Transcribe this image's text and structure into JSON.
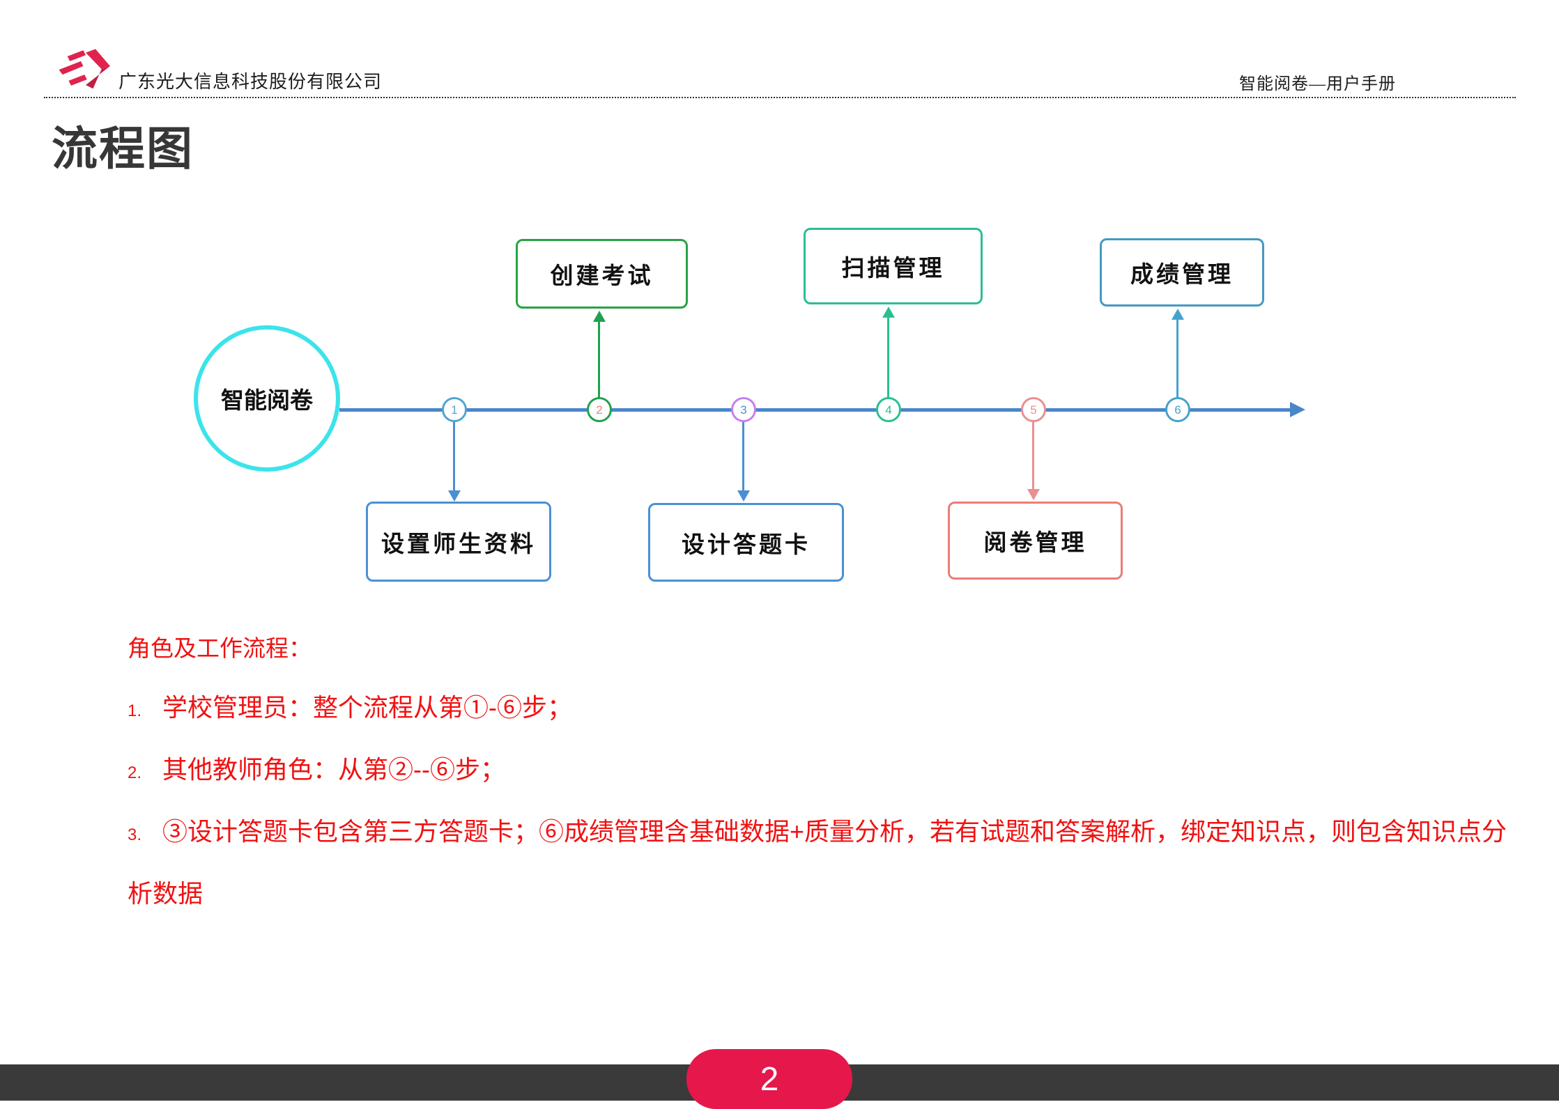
{
  "header": {
    "company": "广东光大信息科技股份有限公司",
    "manual_title": "智能阅卷—用户手册"
  },
  "page_title": "流程图",
  "diagram": {
    "start_circle_label": "智能阅卷",
    "nodes": [
      {
        "num": "1"
      },
      {
        "num": "2"
      },
      {
        "num": "3"
      },
      {
        "num": "4"
      },
      {
        "num": "5"
      },
      {
        "num": "6"
      }
    ],
    "top_boxes": [
      {
        "label": "创建考试"
      },
      {
        "label": "扫描管理"
      },
      {
        "label": "成绩管理"
      }
    ],
    "bottom_boxes": [
      {
        "label": "设置师生资料"
      },
      {
        "label": "设计答题卡"
      },
      {
        "label": "阅卷管理"
      }
    ]
  },
  "notes": {
    "heading": "角色及工作流程：",
    "items": [
      {
        "num": "1.",
        "text": "学校管理员：整个流程从第①-⑥步；"
      },
      {
        "num": "2.",
        "text": "其他教师角色：从第②--⑥步；"
      },
      {
        "num": "3.",
        "text": "③设计答题卡包含第三方答题卡；⑥成绩管理含基础数据+质量分析，若有试题和答案解析，绑定知识点，则包含知识点分析数据"
      }
    ]
  },
  "footer": {
    "page_number": "2"
  },
  "colors": {
    "brand_crimson": "#e5234e",
    "pill_red": "#e5174b",
    "note_red": "#f01212",
    "timeline_blue": "#4a86c8",
    "start_circle_cyan": "#3be4ea",
    "green": "#27a344",
    "teal": "#2cbd96",
    "steel_blue": "#4399c2",
    "blue": "#4a90d5",
    "salmon": "#ea7d76",
    "footer_bar": "#3a3a3a"
  }
}
